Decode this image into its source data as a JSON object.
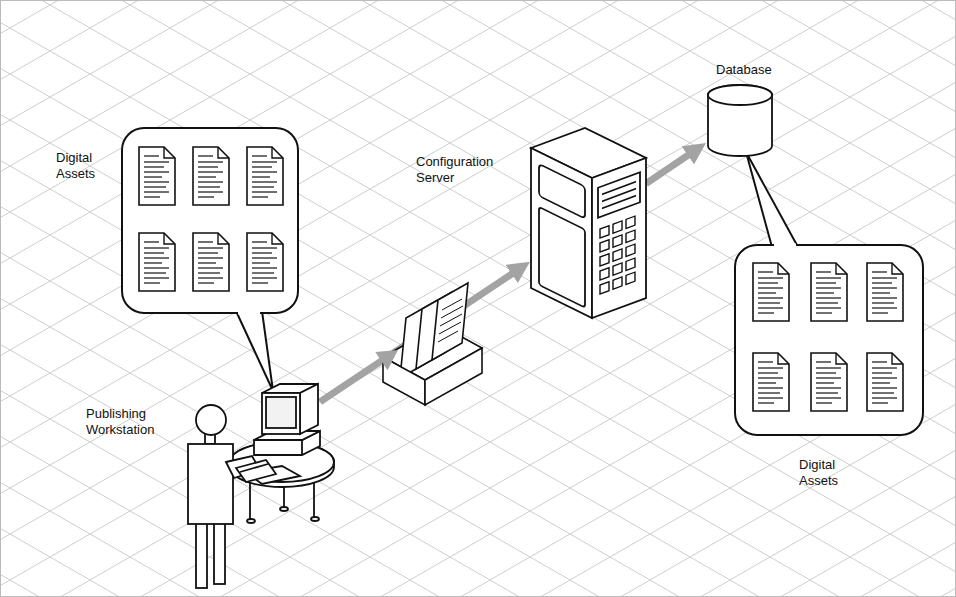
{
  "diagram": {
    "nodes": [
      {
        "text": [
          "Digital Assets"
        ]
      },
      {
        "text": [
          "Publishing Workstation"
        ]
      },
      {
        "text": [
          "Configuration Server"
        ]
      },
      {
        "text": [
          "Database"
        ]
      },
      {
        "text": [
          "Digital Assets"
        ]
      }
    ],
    "edges": [
      {
        "from": 1,
        "to": 2,
        "arrow": "to"
      },
      {
        "from": 2,
        "to": 3,
        "arrow": "to"
      }
    ]
  }
}
